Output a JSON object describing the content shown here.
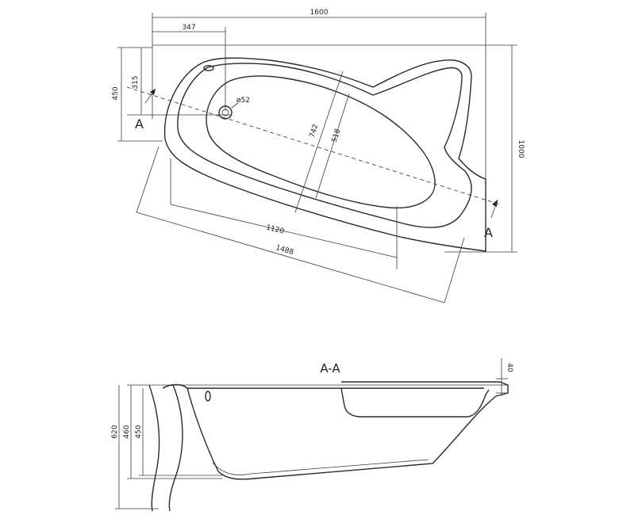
{
  "plan_view": {
    "dim_total_length": "1600",
    "dim_drain_offset": "347",
    "dim_total_width": "1000",
    "dim_left_height": "450",
    "dim_drain_height": "315",
    "dim_drain_diameter": "ø52",
    "dim_inner_length": "1120",
    "dim_outer_length": "1488",
    "dim_inner_width_a": "742",
    "dim_inner_width_b": "518",
    "section_mark_left": "A",
    "section_mark_right": "A"
  },
  "section_view": {
    "title": "A-A",
    "dim_rim": "40",
    "dim_depth_a": "450",
    "dim_depth_b": "460",
    "dim_total_height": "620"
  }
}
